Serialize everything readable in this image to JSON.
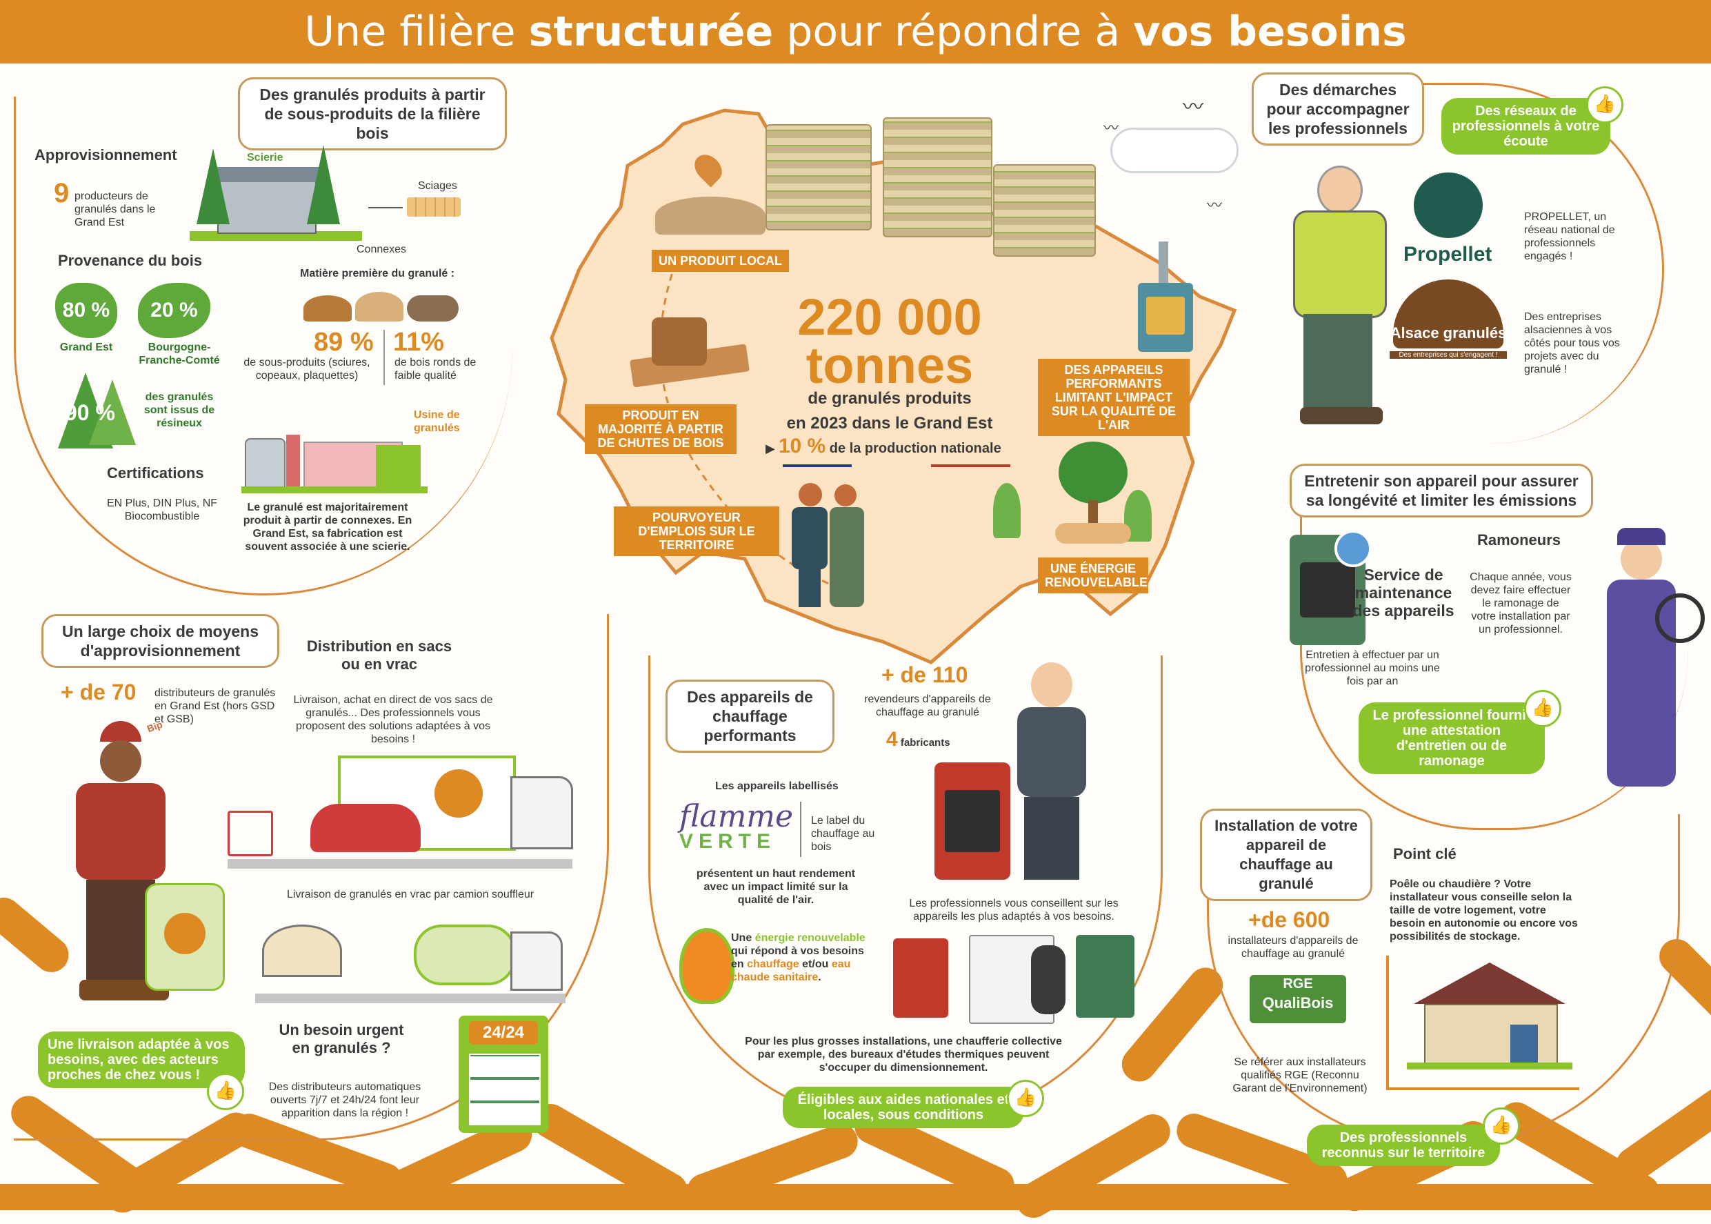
{
  "banner": {
    "part1": "Une filière ",
    "part2": "structurée",
    "part3": " pour répondre à ",
    "part4": "vos besoins"
  },
  "colors": {
    "accent": "#dd8a22",
    "green": "#8cc42b",
    "brown": "#c69a5c"
  },
  "supply": {
    "title": "Des granulés produits à partir de sous-produits de la filière bois",
    "approvisionnement": "Approvisionnement",
    "producers_num": "9",
    "producers_text": "producteurs de granulés dans le Grand Est",
    "scierie": "Scierie",
    "sciages": "Sciages",
    "connexes": "Connexes",
    "provenance": "Provenance du bois",
    "pct_ge": "80 %",
    "label_ge": "Grand Est",
    "pct_bfc": "20 %",
    "label_bfc": "Bourgogne-Franche-Comté",
    "pct_resineux": "90 %",
    "text_resineux": "des granulés sont issus de résineux",
    "matiere": "Matière première du granulé :",
    "pct_sous": "89 %",
    "text_sous": "de sous-produits (sciures, copeaux, plaquettes)",
    "pct_bois": "11%",
    "text_bois": "de bois ronds de faible qualité",
    "usine": "Usine de granulés",
    "certifications": "Certifications",
    "cert_list": "EN Plus, DIN Plus, NF Biocombustible",
    "usine_text": "Le granulé est majoritairement produit à partir de connexes. En Grand Est, sa fabrication est souvent associée à une scierie."
  },
  "map": {
    "big_num": "220 000",
    "big_unit": "tonnes",
    "sub1": "de granulés produits",
    "sub2": "en 2023 dans le Grand Est",
    "pct": "10 %",
    "pct_text": "de la production nationale",
    "tag_local": "Un produit local",
    "tag_chutes": "Produit en majorité à partir de chutes de bois",
    "tag_emplois": "Pourvoyeur d'emplois sur le territoire",
    "tag_appareils": "Des appareils performants limitant l'impact sur la qualité de l'air",
    "tag_energie": "Une énergie renouvelable"
  },
  "pros": {
    "title": "Des démarches pour accompagner les professionnels",
    "reseaux": "Des réseaux de professionnels à votre écoute",
    "propellet_logo": "Propellet",
    "propellet_text": "PROPELLET, un réseau national de professionnels engagés !",
    "alsace_logo": "Alsace granulés",
    "alsace_tagline": "Des entreprises qui s'engagent !",
    "alsace_text": "Des entreprises alsaciennes à vos côtés pour tous vos projets avec du granulé !"
  },
  "maintenance": {
    "title": "Entretenir son appareil pour assurer sa longévité et limiter les émissions",
    "service": "Service de maintenance des appareils",
    "service_text": "Entretien à effectuer par un professionnel au moins une fois par an",
    "ramoneurs": "Ramoneurs",
    "ramoneurs_text": "Chaque année, vous devez faire effectuer le ramonage de votre installation par un professionnel.",
    "attestation": "Le professionnel fournit une attestation d'entretien ou de ramonage"
  },
  "distribution": {
    "title": "Un large choix de moyens d'approvisionnement",
    "num": "+ de 70",
    "num_text": "distributeurs de granulés en Grand Est (hors GSD et GSB)",
    "bip": "Bip",
    "sacs_title": "Distribution en sacs ou en vrac",
    "sacs_text": "Livraison, achat en direct de vos sacs de granulés... Des professionnels vous proposent des solutions adaptées à vos besoins !",
    "vrac_text": "Livraison de granulés en vrac par camion souffleur",
    "urgent_title": "Un besoin urgent en granulés ?",
    "urgent_text": "Des distributeurs automatiques ouverts 7j/7 et 24h/24 font leur apparition dans la région !",
    "h24": "24/24",
    "green": "Une livraison adaptée à vos besoins, avec des acteurs proches de chez vous !"
  },
  "appareils": {
    "title": "Des appareils de chauffage performants",
    "num": "+ de 110",
    "num_text": "revendeurs d'appareils de chauffage au granulé",
    "fab_num": "4",
    "fab_text": "fabricants",
    "labellises": "Les appareils labellisés",
    "flamme1": "flamme",
    "flamme2": "VERTE",
    "label_text": "Le label du chauffage au bois",
    "rendement": "présentent un haut rendement avec un impact limité sur la qualité de l'air.",
    "energie_a": "Une ",
    "energie_b": "énergie renouvelable",
    "energie_c": " qui répond à vos besoins en ",
    "energie_d": "chauffage",
    "energie_e": " et/ou ",
    "energie_f": "eau chaude sanitaire",
    "energie_g": ".",
    "conseil": "Les professionnels vous conseillent sur les appareils les plus adaptés à vos besoins.",
    "grosses": "Pour les plus grosses installations, une chaufferie collective par exemple, des bureaux d'études thermiques peuvent s'occuper du dimensionnement.",
    "aides": "Éligibles aux aides nationales et locales, sous conditions"
  },
  "installation": {
    "title": "Installation de votre appareil de chauffage au granulé",
    "num": "+de 600",
    "num_text": "installateurs d'appareils de chauffage au granulé",
    "rge1": "RGE",
    "rge2": "QualiBois",
    "rge_text": "Se référer aux installateurs qualifiés RGE (Reconnu Garant de l'Environnement)",
    "point_cle": "Point clé",
    "point_text": "Poêle ou chaudière ? Votre installateur vous conseille selon la taille de votre logement, votre besoin en autonomie ou encore vos possibilités de stockage.",
    "green": "Des professionnels reconnus sur le territoire"
  }
}
